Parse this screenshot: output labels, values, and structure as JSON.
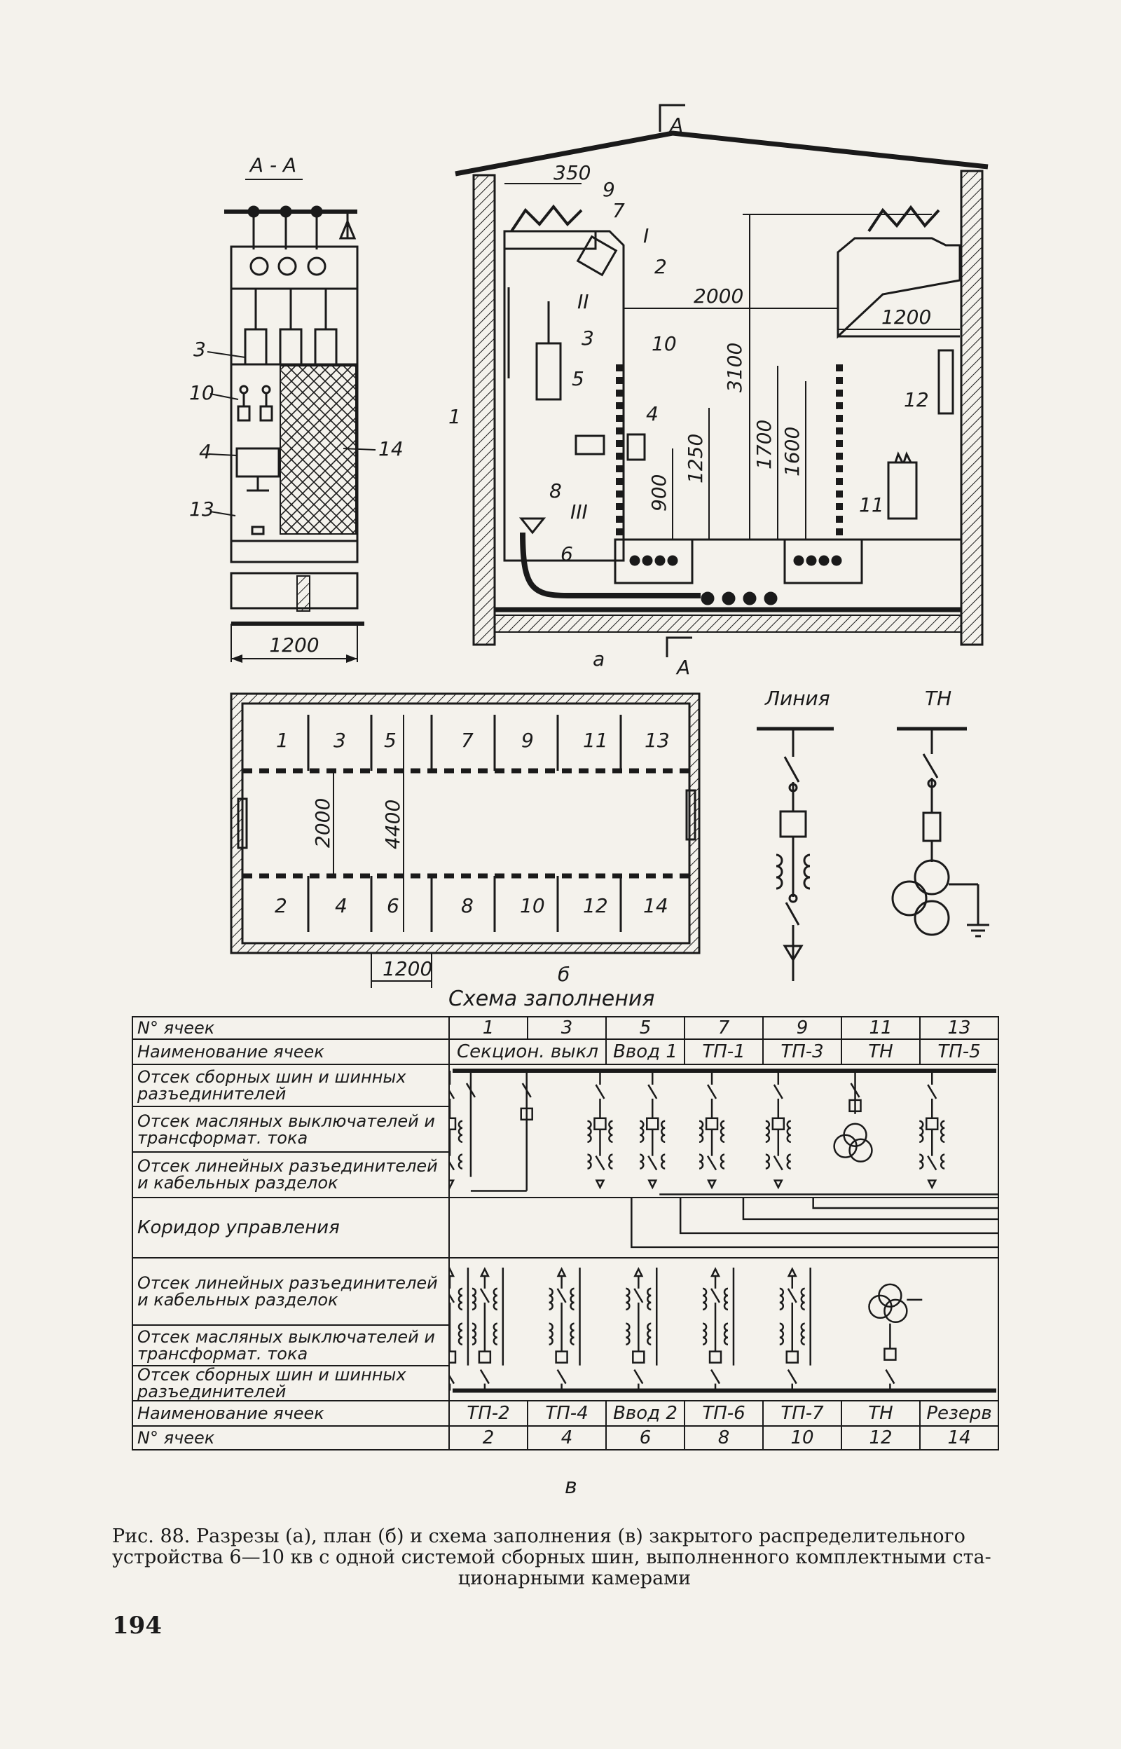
{
  "figure_a": {
    "section_title": "A - A",
    "section_mark": "A",
    "subfig_label": "a",
    "dims": {
      "d350": "350",
      "d2000": "2000",
      "d1200_right": "1200",
      "d3100": "3100",
      "d1700": "1700",
      "d1600": "1600",
      "d1250": "1250",
      "d900": "900",
      "d1200_left": "1200"
    },
    "callouts": [
      "1",
      "2",
      "3",
      "4",
      "5",
      "6",
      "7",
      "8",
      "9",
      "10",
      "11",
      "12",
      "13",
      "14",
      "I",
      "II",
      "III"
    ]
  },
  "figure_b": {
    "top_cells": [
      "1",
      "3",
      "5",
      "7",
      "9",
      "11",
      "13"
    ],
    "bottom_cells": [
      "2",
      "4",
      "6",
      "8",
      "10",
      "12",
      "14"
    ],
    "dim_2000": "2000",
    "dim_4400": "4400",
    "dim_1200": "1200",
    "subfig_label": "б"
  },
  "schemes": {
    "line_title": "Линия",
    "tn_title": "ТН"
  },
  "table": {
    "title": "Схема заполнения",
    "rows": {
      "cell_no": "N° ячеек",
      "cell_name": "Наименование ячеек",
      "busbar": "Отсек сборных шин и шинных разъединителей",
      "breaker": "Отсек масляных выключателей и трансформат. тока",
      "line_disc": "Отсек линейных разъединителей и кабельных разделок",
      "corridor": "Коридор управления",
      "line_disc2": "Отсек линейных разъединителей и кабельных разделок",
      "breaker2": "Отсек масляных выключателей и трансформат. тока",
      "busbar2": "Отсек сборных шин и шинных разъединителей",
      "cell_name2": "Наименование ячеек",
      "cell_no2": "N° ячеек"
    },
    "top_numbers": [
      "1",
      "3",
      "5",
      "7",
      "9",
      "11",
      "13"
    ],
    "top_names": [
      "Секцион. выкл",
      "Ввод 1",
      "ТП-1",
      "ТП-3",
      "ТН",
      "ТП-5"
    ],
    "bottom_names": [
      "ТП-2",
      "ТП-4",
      "Ввод 2",
      "ТП-6",
      "ТП-7",
      "ТН",
      "Резерв"
    ],
    "bottom_numbers": [
      "2",
      "4",
      "6",
      "8",
      "10",
      "12",
      "14"
    ],
    "subfig_label": "в"
  },
  "caption": {
    "line1": "Рис. 88. Разрезы (а), план (б) и схема заполнения (в) закрытого распределительного",
    "line2": "устройства 6—10 кв с одной системой сборных шин, выполненного комплектными ста-",
    "line3": "ционарными камерами"
  },
  "page_number": "194"
}
